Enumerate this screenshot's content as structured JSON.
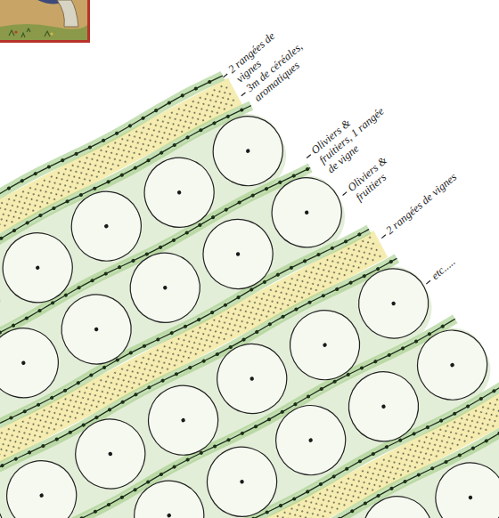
{
  "diagram": {
    "labels": [
      "2 rangées de vignes",
      "3m de céréales, aromatiques",
      "Oliviers & fruitiers, 1 rangée de vigne",
      "Oliviers & fruitiers",
      "2 rangées de vignes",
      "etc....."
    ]
  }
}
